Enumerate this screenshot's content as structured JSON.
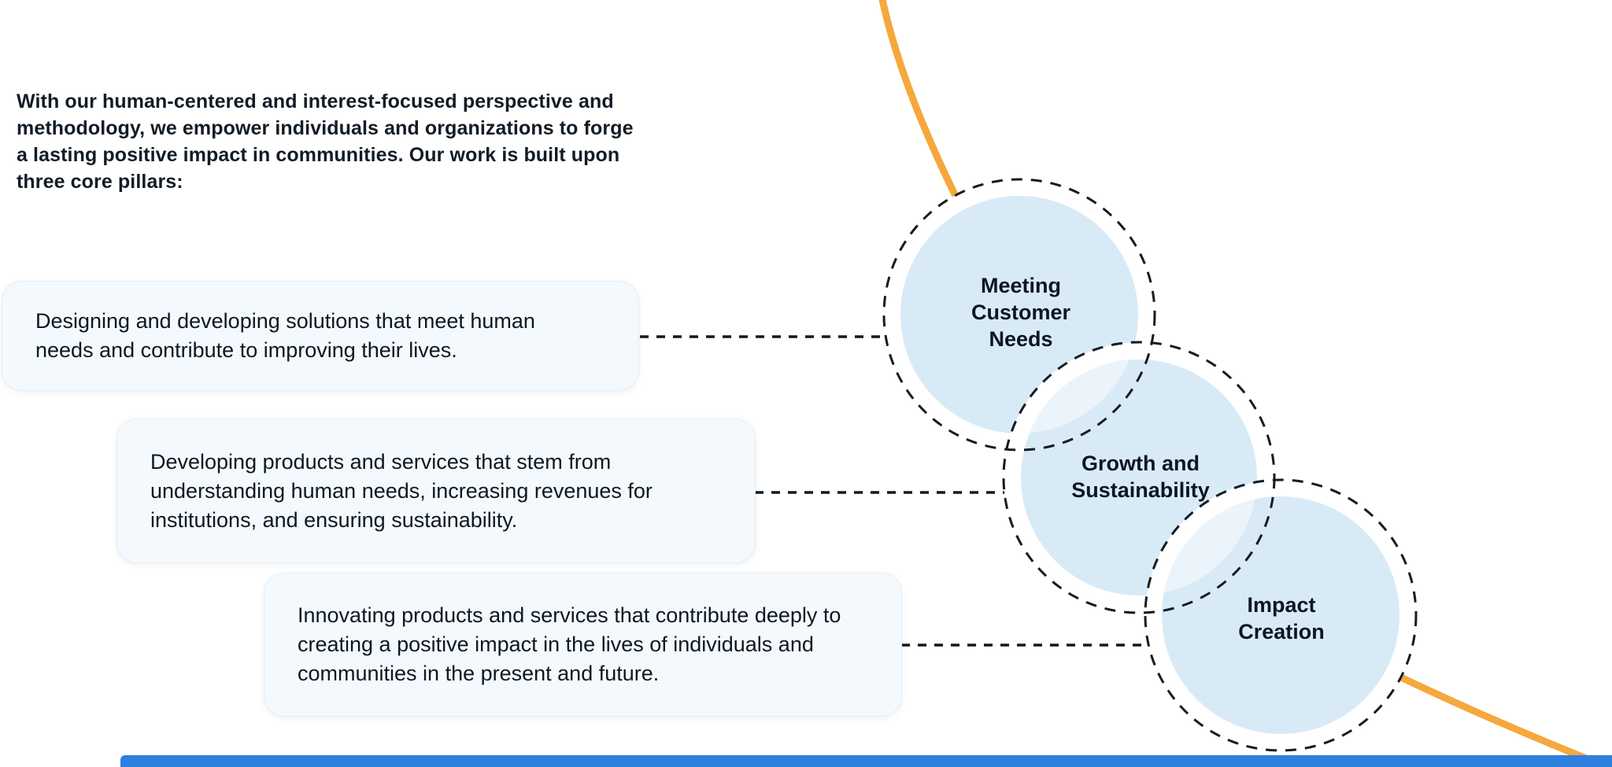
{
  "intro": {
    "lines": [
      "With our human-centered and interest-focused perspective and",
      "methodology, we empower individuals and organizations to forge",
      "a lasting positive impact in communities. Our work is built upon",
      "three core pillars:"
    ]
  },
  "pillars": [
    {
      "id": "meeting-customer-needs",
      "lines": [
        "Designing and developing solutions that meet human",
        "needs and contribute to improving their lives."
      ]
    },
    {
      "id": "growth-and-sustainability",
      "lines": [
        "Developing products and services that stem from",
        "understanding human needs, increasing revenues for",
        "institutions, and ensuring sustainability."
      ]
    },
    {
      "id": "impact-creation",
      "lines": [
        "Innovating products and services that contribute deeply to",
        "creating a positive impact in the lives of individuals and",
        "communities in the present and future."
      ]
    }
  ],
  "circles": [
    {
      "label_lines": [
        "Meeting",
        "Customer",
        "Needs"
      ]
    },
    {
      "label_lines": [
        "Growth and",
        "Sustainability"
      ]
    },
    {
      "label_lines": [
        "Impact",
        "Creation"
      ]
    }
  ],
  "colors": {
    "accent_orange": "#F5A83D",
    "circle_fill": "#D9EAF7",
    "circle_overlap": "#EBF4FB",
    "circle_ring": "#FFFFFF",
    "card_background": "#F4F9FD",
    "dash_dark": "#12181F",
    "text_dark": "#111E28",
    "bottom_bar_blue": "#2E80E0"
  }
}
